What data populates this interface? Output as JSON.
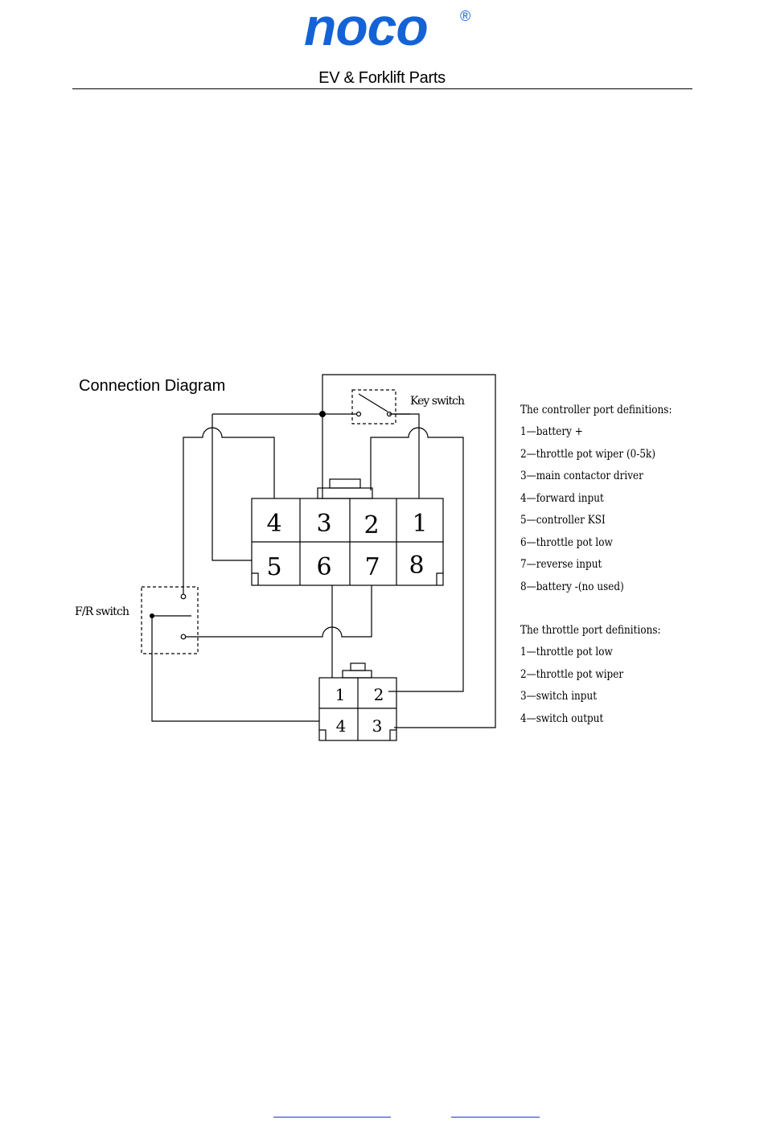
{
  "header": {
    "brand": "noco",
    "registered_mark": "®",
    "subtitle": "EV & Forklift Parts",
    "brand_color": "#1463d6"
  },
  "diagram": {
    "title": "Connection Diagram",
    "key_switch_label": "Key switch",
    "fr_switch_label": "F/R switch",
    "controller_pins_top": [
      "4",
      "3",
      "2",
      "1"
    ],
    "controller_pins_bottom": [
      "5",
      "6",
      "7",
      "8"
    ],
    "throttle_pins_top": [
      "1",
      "2"
    ],
    "throttle_pins_bottom": [
      "4",
      "3"
    ]
  },
  "controller_definitions": {
    "heading": "The controller port definitions:",
    "items": [
      "1—battery +",
      "2—throttle pot wiper (0-5k)",
      "3—main contactor driver",
      "4—forward input",
      "5—controller KSI",
      "6—throttle pot low",
      "7—reverse input",
      "8—battery -(no used)"
    ]
  },
  "throttle_definitions": {
    "heading": "The throttle port definitions:",
    "items": [
      "1—throttle pot low",
      "2—throttle pot wiper",
      "3—switch input",
      "4—switch output"
    ]
  }
}
